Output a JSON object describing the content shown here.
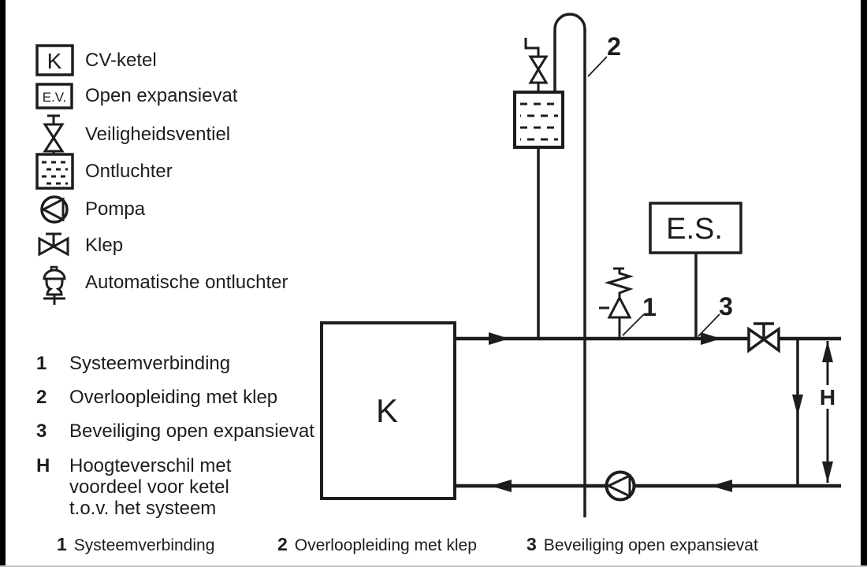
{
  "colors": {
    "ink": "#1d1d1b",
    "background": "#ffffff",
    "edge_bar": "#000000"
  },
  "legend": {
    "items": [
      {
        "symbol": "cv-ketel-box",
        "symbol_text": "K",
        "label": "CV-ketel"
      },
      {
        "symbol": "open-expansievat-box",
        "symbol_text": "E.V.",
        "label": "Open expansievat"
      },
      {
        "symbol": "veiligheidsventiel",
        "label": "Veiligheidsventiel"
      },
      {
        "symbol": "ontluchter",
        "label": "Ontluchter"
      },
      {
        "symbol": "pomp",
        "label": "Pompa"
      },
      {
        "symbol": "klep",
        "label": "Klep"
      },
      {
        "symbol": "automatische-ontluchter",
        "label": "Automatische ontluchter"
      }
    ]
  },
  "notes": [
    {
      "key": "1",
      "lines": [
        "Systeemverbinding"
      ]
    },
    {
      "key": "2",
      "lines": [
        "Overloopleiding met klep"
      ]
    },
    {
      "key": "3",
      "lines": [
        "Beveiliging open expansievat"
      ]
    },
    {
      "key": "H",
      "lines": [
        "Hoogteverschil met",
        "voordeel voor ketel",
        "t.o.v. het systeem"
      ]
    }
  ],
  "diagram": {
    "boiler_label": "K",
    "es_label": "E.S.",
    "callout_1": "1",
    "callout_2": "2",
    "callout_3": "3",
    "height_label": "H"
  },
  "caption": [
    {
      "num": "1",
      "text": "Systeemverbinding"
    },
    {
      "num": "2",
      "text": "Overloopleiding met klep"
    },
    {
      "num": "3",
      "text": "Beveiliging open expansievat"
    }
  ]
}
